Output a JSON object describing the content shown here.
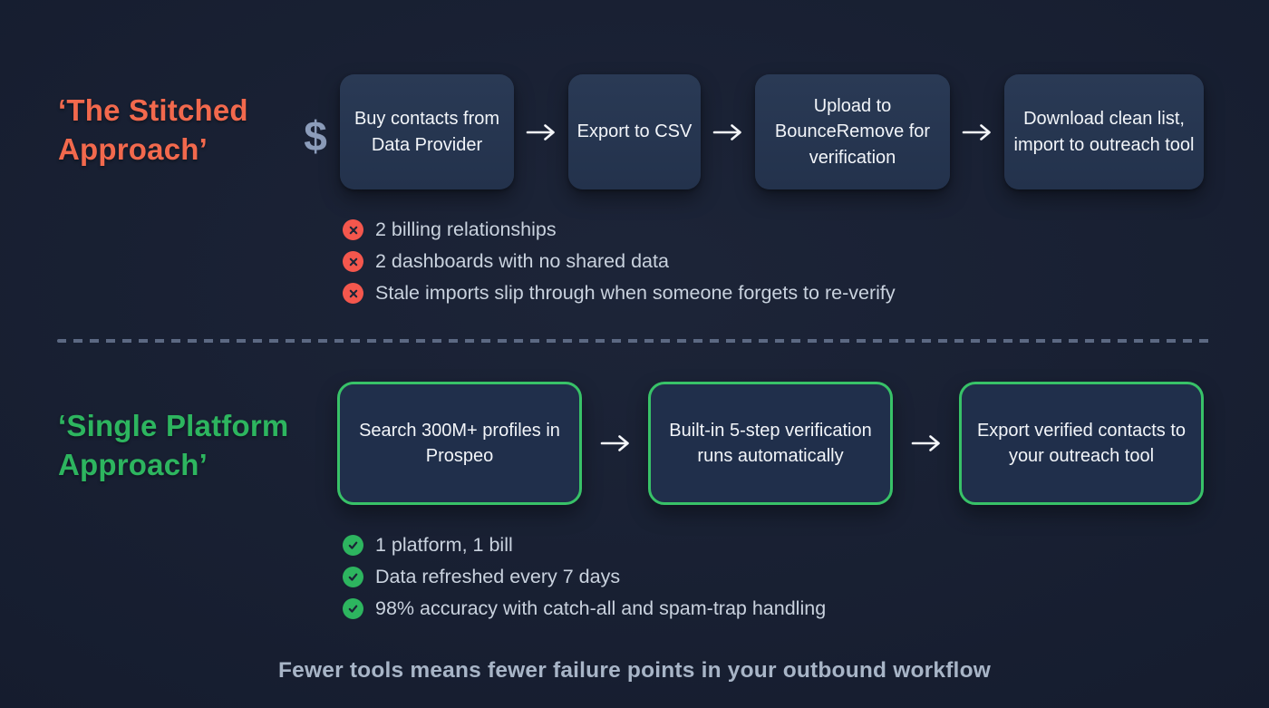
{
  "stitched": {
    "title": "‘The Stitched Approach’",
    "cost_symbol": "$",
    "steps": [
      "Buy contacts from Data Provider",
      "Export to CSV",
      "Upload to BounceRemove for verification",
      "Download clean list, import to outreach tool"
    ],
    "cons": [
      "2 billing relationships",
      "2 dashboards with no shared data",
      "Stale imports slip through when someone forgets to re-verify"
    ]
  },
  "single": {
    "title": "‘Single Platform Approach’",
    "steps": [
      "Search 300M+ profiles in Prospeo",
      "Built-in 5-step verification runs automatically",
      "Export verified contacts to your outreach tool"
    ],
    "pros": [
      "1 platform, 1 bill",
      "Data refreshed every 7 days",
      "98% accuracy with catch-all and spam-trap handling"
    ]
  },
  "tagline": "Fewer tools means fewer failure points in your outbound workflow",
  "icons": {
    "cost": "dollar",
    "con_marker": "x-circle",
    "pro_marker": "check-circle",
    "flow_connector": "arrow-right"
  },
  "colors": {
    "bg": "#171f33",
    "box_bg": "#2a3a55",
    "box_bg_deep": "#23324c",
    "box_text": "#f2f5f9",
    "green_box_bg": "#202f4b",
    "neg": "#f2694d",
    "neg_badge": "#f4574d",
    "pos": "#2db55f",
    "pos_border": "#38c268",
    "bullet_text": "#c9d2de",
    "tagline_text": "#a8b5c7",
    "dollar": "#8c9dbb",
    "dash": "#5c6983",
    "arrow": "#f5f7fa",
    "glyph": "#1c2537"
  }
}
